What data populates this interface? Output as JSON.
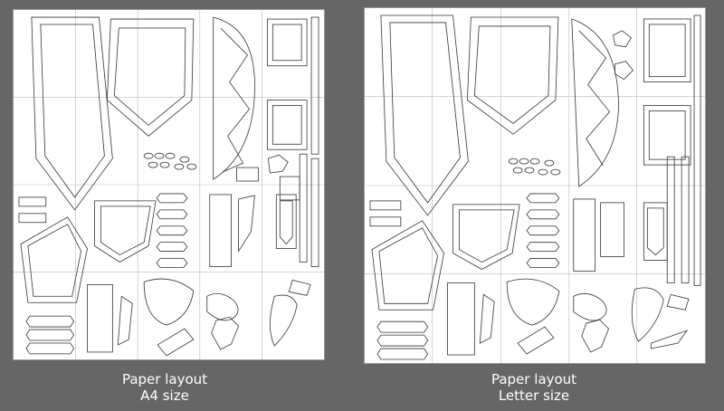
{
  "layouts": [
    {
      "title": "Paper layout",
      "size": "A4 size"
    },
    {
      "title": "Paper layout",
      "size": "Letter size"
    }
  ],
  "colors": {
    "background": "#666666",
    "paper": "#ffffff",
    "line": "#333333",
    "caption": "#ffffff"
  }
}
